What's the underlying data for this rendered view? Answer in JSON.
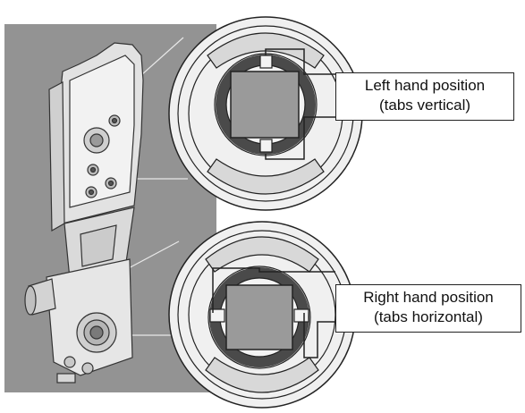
{
  "callouts": {
    "left": {
      "line1": "Left hand position",
      "line2": "(tabs vertical)"
    },
    "right": {
      "line1": "Right hand position",
      "line2": "(tabs horizontal)"
    }
  },
  "colors": {
    "background_panel": "#939393",
    "lens_outer": "#f0f0f0",
    "ring_dark": "#4a4a4a",
    "center_square": "#9a9a9a",
    "part_body": "#dcdcdc"
  },
  "icons": [
    "left-hand-lens",
    "right-hand-lens",
    "hinge-mechanism"
  ]
}
